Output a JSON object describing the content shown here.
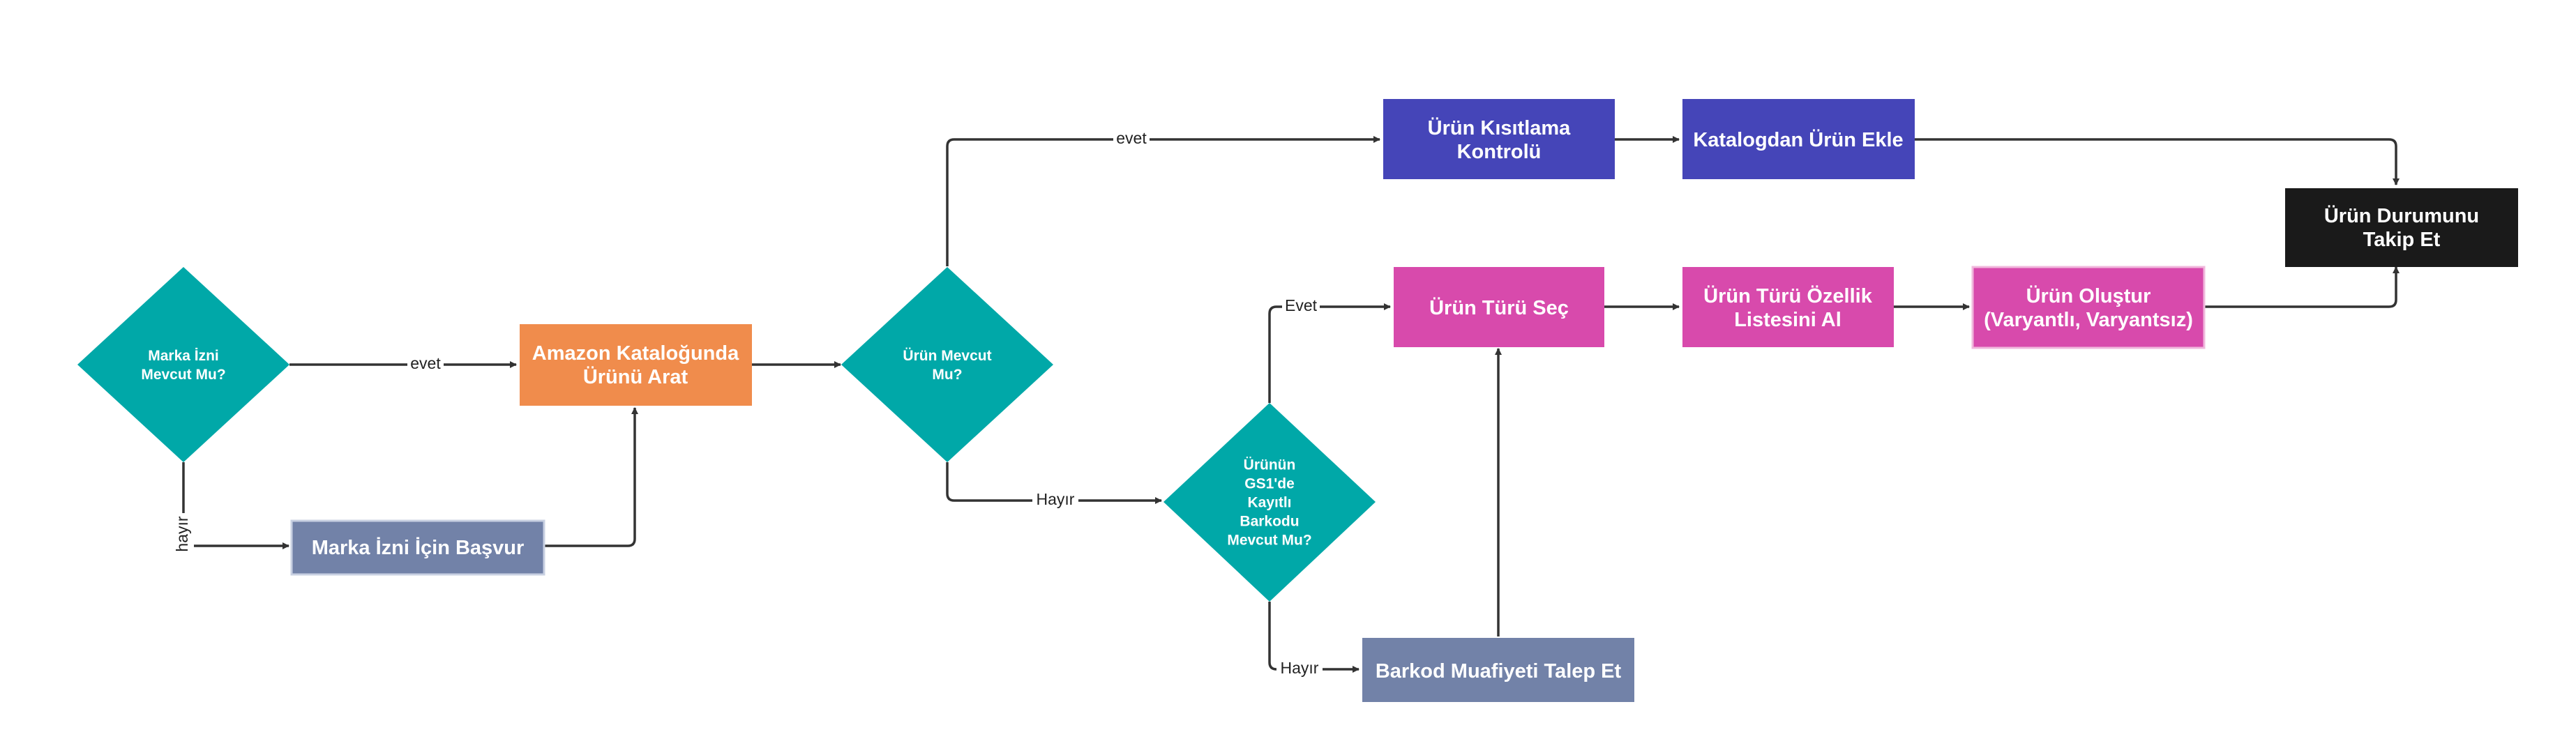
{
  "colors": {
    "decision": "#00a8a8",
    "orange": "#f08c4c",
    "slate": "#7282a8",
    "indigo": "#4545b8",
    "magenta": "#d84aac",
    "black": "#1a1a1a",
    "edge": "#333333",
    "label_bg": "#ffffff"
  },
  "nodes": {
    "marka_izni_decision": [
      "Marka İzni",
      "Mevcut Mu?"
    ],
    "amazon_katalog": [
      "Amazon Kataloğunda",
      "Ürünü Arat"
    ],
    "marka_izni_basvur": [
      "Marka İzni İçin Başvur"
    ],
    "urun_mevcut_decision": [
      "Ürün Mevcut",
      "Mu?"
    ],
    "urun_kisitlama": [
      "Ürün Kısıtlama",
      "Kontrolü"
    ],
    "katalogdan_ekle": [
      "Katalogdan Ürün Ekle"
    ],
    "urun_durumu": [
      "Ürün Durumunu",
      "Takip Et"
    ],
    "gs1_decision": [
      "Ürünün",
      "GS1'de",
      "Kayıtlı",
      "Barkodu",
      "Mevcut Mu?"
    ],
    "urun_turu_sec": [
      "Ürün Türü Seç"
    ],
    "ozellik_listesi": [
      "Ürün Türü Özellik",
      "Listesini Al"
    ],
    "urun_olustur": [
      "Ürün Oluştur",
      "(Varyantlı, Varyantsız)"
    ],
    "barkod_muafiyeti": [
      "Barkod Muafiyeti Talep Et"
    ]
  },
  "edge_labels": {
    "evet_1": "evet",
    "hayir_1": "hayır",
    "evet_2": "evet",
    "hayir_2": "Hayır",
    "evet_3": "Evet",
    "hayir_3": "Hayır"
  }
}
